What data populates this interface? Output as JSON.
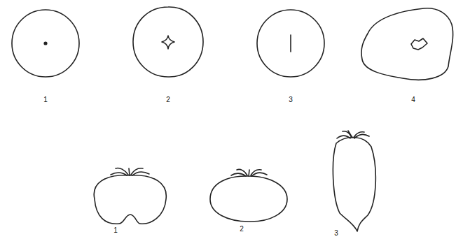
{
  "diagram": {
    "labels": [
      "1",
      "2",
      "3",
      "4",
      "1",
      "2",
      "3"
    ]
  }
}
